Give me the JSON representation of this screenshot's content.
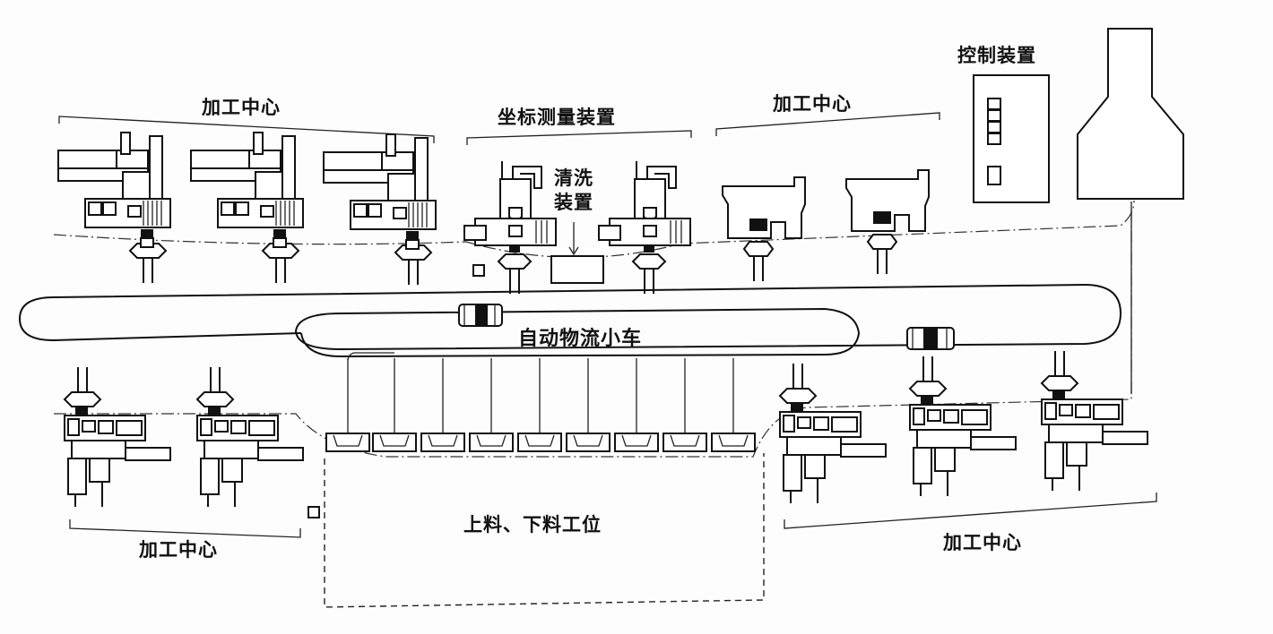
{
  "labels": {
    "mc_top_left": "加工中心",
    "cmm": "坐标测量装置",
    "wash_line1": "清洗",
    "wash_line2": "装置",
    "mc_top_right": "加工中心",
    "control": "控制装置",
    "agv": "自动物流小车",
    "mc_bottom_left": "加工中心",
    "load_station": "上料、下料工位",
    "mc_bottom_right": "加工中心"
  },
  "icons": [
    "machining-center-icon",
    "measuring-machine-icon",
    "agv-cart-icon",
    "pallet-icon",
    "control-cabinet-icon",
    "computer-terminal-icon"
  ],
  "colors": {
    "line": "#111111",
    "background": "#fdfdfd"
  }
}
